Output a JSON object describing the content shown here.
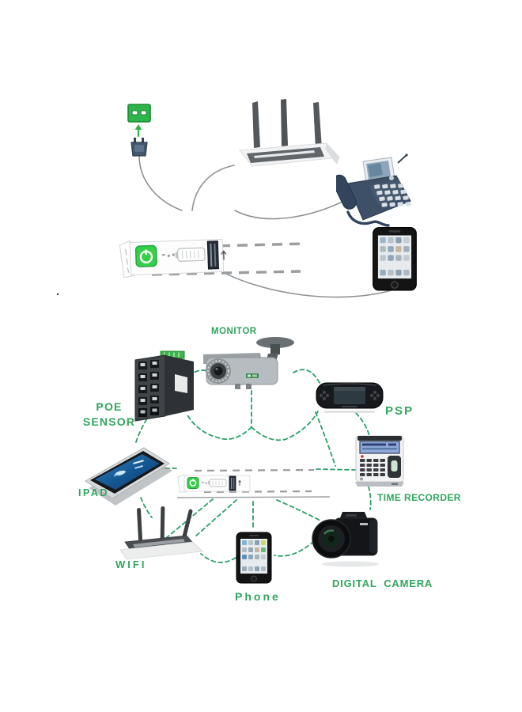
{
  "title": "Power strip / PoE device connectivity diagram",
  "colors": {
    "label_green": "#2FA65D",
    "dash_green": "#2CA068",
    "cable_gray": "#8F9296",
    "power_button_green": "#35CF4A",
    "socket_green": "#2DB44A",
    "usb_port_dark": "#262D36"
  },
  "diagram": {
    "stray_dot": ".",
    "top_scene": {
      "devices": [
        {
          "icon": "power-socket-icon"
        },
        {
          "icon": "arrow-up-icon"
        },
        {
          "icon": "power-plug-icon"
        },
        {
          "icon": "wifi-router-icon"
        },
        {
          "icon": "desk-phone-icon"
        },
        {
          "icon": "smartphone-icon"
        },
        {
          "icon": "power-strip-icon"
        },
        {
          "icon": "usb-port-icon"
        }
      ]
    },
    "network": {
      "hub_icon": "power-strip-icon",
      "nodes": [
        {
          "id": "monitor",
          "label": "MONITOR",
          "icon": "cctv-camera-icon"
        },
        {
          "id": "poe-sensor",
          "label_line1": "POE",
          "label_line2": "SENSOR",
          "icon": "poe-switch-icon"
        },
        {
          "id": "psp",
          "label": "PSP",
          "icon": "psp-console-icon"
        },
        {
          "id": "time-recorder",
          "label": "TIME RECORDER",
          "icon": "time-recorder-icon"
        },
        {
          "id": "ipad",
          "label": "IPAD",
          "icon": "tablet-icon"
        },
        {
          "id": "wifi",
          "label": "WIFI",
          "icon": "wifi-router-icon"
        },
        {
          "id": "phone",
          "label": "Phone",
          "icon": "smartphone-icon"
        },
        {
          "id": "digital-camera",
          "label": "DIGITAL  CAMERA",
          "icon": "dslr-camera-icon"
        }
      ]
    }
  }
}
